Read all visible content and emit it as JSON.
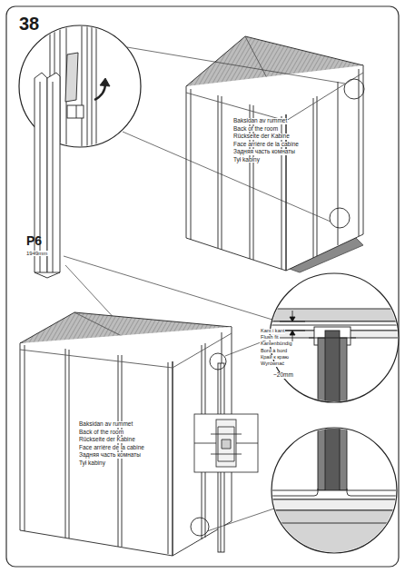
{
  "diagram": {
    "labels": [
      "38",
      "Baksidan av rummet",
      "Back of the room",
      "Rückseite der Kabine",
      "Face arrière de la cabine",
      "Задняя часть комнаты",
      "Tył kabiny",
      "P6",
      "1949mm",
      "Kant i kant",
      "Flush fit",
      "Kantenbündig",
      "Bord à bord",
      "Край к краю",
      "Wyrównać",
      "~20mm",
      "Baksidan av rummet",
      "Back of the room",
      "Rückseite der Kabine",
      "Face arrière de la cabine",
      "Задняя часть комнаты",
      "Tył kabiny"
    ]
  }
}
